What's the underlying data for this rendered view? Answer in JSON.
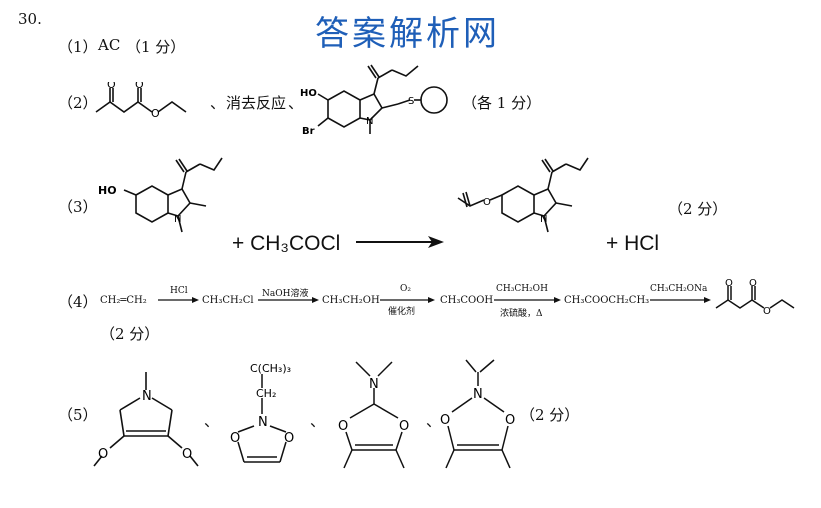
{
  "question_number": "30.",
  "watermark": "答案解析网",
  "part1": {
    "label": "（1）",
    "answer": "AC",
    "score": "（1 分）"
  },
  "part2": {
    "label": "（2）",
    "sep1": "、",
    "reaction_type": "消去反应",
    "sep2": "、",
    "score": "（各 1 分）",
    "atoms": {
      "ho": "HO",
      "br": "Br",
      "n": "N",
      "s": "S",
      "o": "O"
    }
  },
  "part3": {
    "label": "（3）",
    "plus1": "+ CH₃COCl",
    "plus2": "+ HCl",
    "score": "（2 分）",
    "atoms": {
      "ho": "HO",
      "n": "N",
      "o": "O"
    }
  },
  "part4": {
    "label": "（4）",
    "start": "CH₂═CH₂",
    "reagent1": "HCl",
    "p1": "CH₃CH₂Cl",
    "reagent2": "NaOH溶液",
    "p2": "CH₃CH₂OH",
    "reagent3_top": "O₂",
    "reagent3_bottom": "催化剂",
    "p3": "CH₃COOH",
    "reagent4_top": "CH₃CH₂OH",
    "reagent4_bottom": "浓硫酸，Δ",
    "p4": "CH₃COOCH₂CH₃",
    "reagent5": "CH₃CH₂ONa",
    "score": "（2 分）"
  },
  "part5": {
    "label": "（5）",
    "sep": "、",
    "score": "（2 分）",
    "atoms": {
      "n": "N",
      "o": "O",
      "tbu": "C(CH₃)₃",
      "ch2": "CH₂"
    }
  }
}
